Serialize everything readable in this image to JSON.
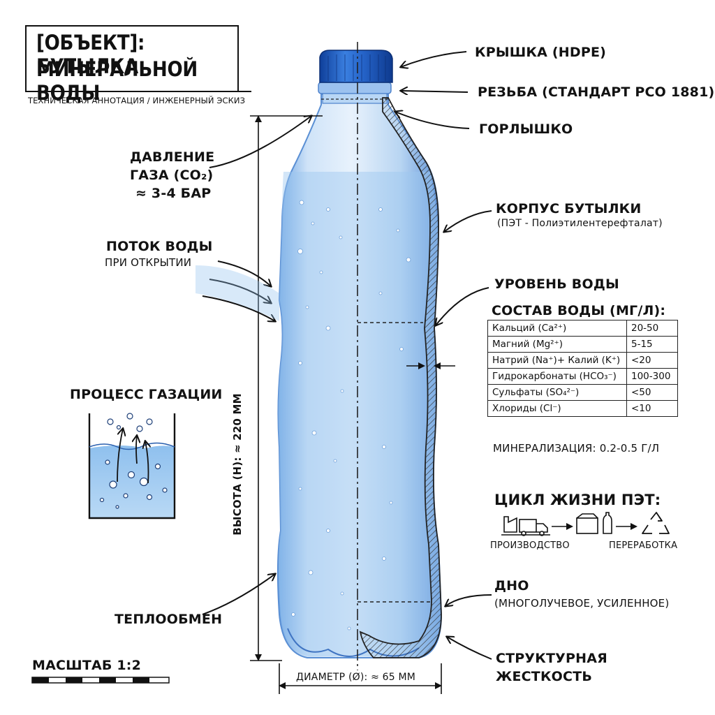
{
  "title": {
    "line1": "[ОБЪЕКТ]: БУТЫЛКА",
    "line2": "МИНЕРАЛЬНОЙ ВОДЫ",
    "subtitle": "ТЕХНИЧЕСКАЯ АННОТАЦИЯ / ИНЖЕНЕРНЫЙ ЭСКИЗ"
  },
  "labels": {
    "cap": "КРЫШКА (HDPE)",
    "thread": "РЕЗЬБА (СТАНДАРТ PCO 1881)",
    "neck": "ГОРЛЫШКО",
    "pressure": {
      "line1": "ДАВЛЕНИЕ",
      "line2": "ГАЗА (CO₂)",
      "line3": "≈ 3-4 БАР"
    },
    "body": {
      "line1": "КОРПУС БУТЫЛКИ",
      "line2": "(ПЭТ - Полиэтилентерефталат)"
    },
    "flow": {
      "line1": "ПОТОК ВОДЫ",
      "line2": "ПРИ ОТКРЫТИИ"
    },
    "water_level": "УРОВЕНЬ ВОДЫ",
    "carbonation": "ПРОЦЕСС ГАЗАЦИИ",
    "height": "ВЫСОТА (H): ≈ 220 мм",
    "heat": "ТЕПЛООБМЕН",
    "bottom": {
      "line1": "ДНО",
      "line2": "(МНОГОЛУЧЕВОЕ, УСИЛЕННОЕ)"
    },
    "rigidity": {
      "line1": "СТРУКТУРНАЯ",
      "line2": "ЖЕСТКОСТЬ"
    },
    "diameter": "ДИАМЕТР (Ø): ≈ 65 мм",
    "scale": "МАСШТАБ 1:2"
  },
  "composition": {
    "title": "СОСТАВ ВОДЫ (МГ/Л):",
    "rows": [
      {
        "name": "Кальций (Ca²⁺)",
        "value": "20-50"
      },
      {
        "name": "Магний (Mg²⁺)",
        "value": "5-15"
      },
      {
        "name": "Натрий (Na⁺)+ Калий (K⁺)",
        "value": "<20"
      },
      {
        "name": "Гидрокарбонаты (HCO₃⁻)",
        "value": "100-300"
      },
      {
        "name": "Сульфаты (SO₄²⁻)",
        "value": "<50"
      },
      {
        "name": "Хлориды (Cl⁻)",
        "value": "<10"
      }
    ],
    "mineralization": "МИНЕРАЛИЗАЦИЯ: 0.2-0.5 Г/Л"
  },
  "lifecycle": {
    "title": "ЦИКЛ ЖИЗНИ ПЭТ:",
    "production": "ПРОИЗВОДСТВО",
    "recycling": "ПЕРЕРАБОТКА"
  },
  "colors": {
    "cap": "#1f5fc4",
    "water": "#a9cdf0",
    "bottle_edge": "#5f93d6",
    "ink": "#111111"
  }
}
